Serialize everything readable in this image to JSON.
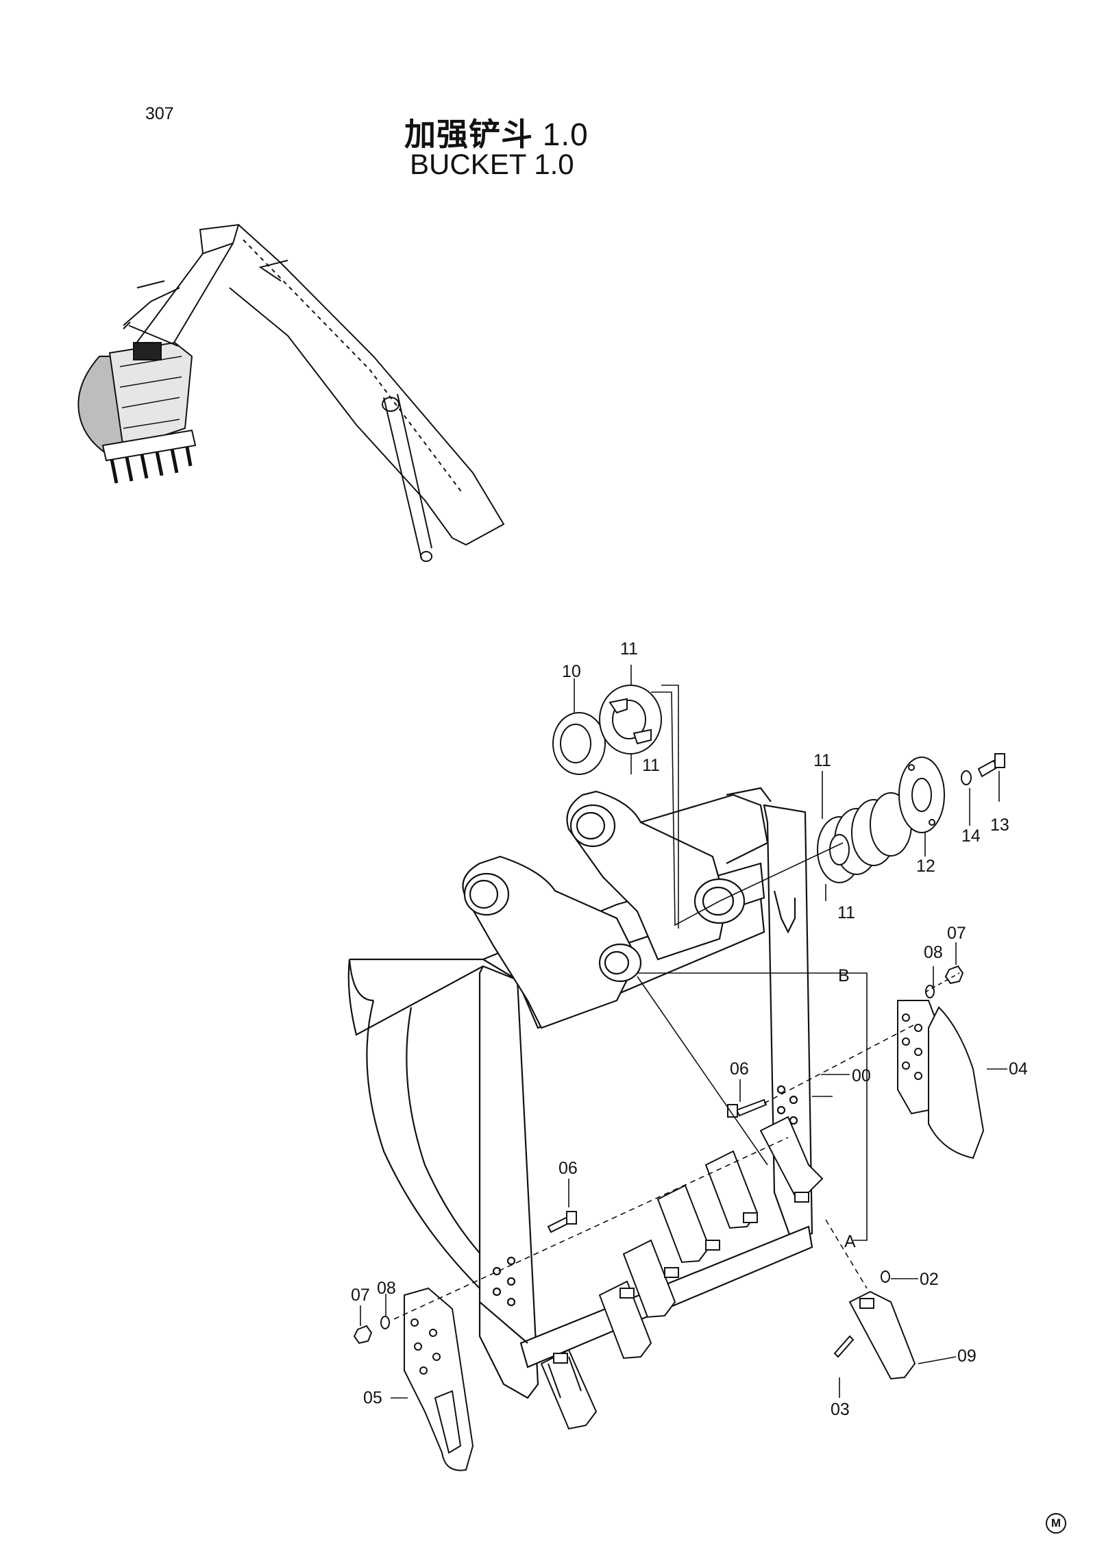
{
  "header": {
    "page_number": "307",
    "title_zh": "加强铲斗",
    "title_zh_version": "1.0",
    "title_en": "BUCKET 1.0",
    "corner_mark": "M"
  },
  "callouts": {
    "c00": "00",
    "c02": "02",
    "c03": "03",
    "c04": "04",
    "c05": "05",
    "c06a": "06",
    "c06b": "06",
    "c07a": "07",
    "c07b": "07",
    "c08a": "08",
    "c08b": "08",
    "c09": "09",
    "c10": "10",
    "c11a": "11",
    "c11b": "11",
    "c11c": "11",
    "c11d": "11",
    "c12": "12",
    "c13": "13",
    "c14": "14",
    "cA": "A",
    "cB": "B"
  }
}
